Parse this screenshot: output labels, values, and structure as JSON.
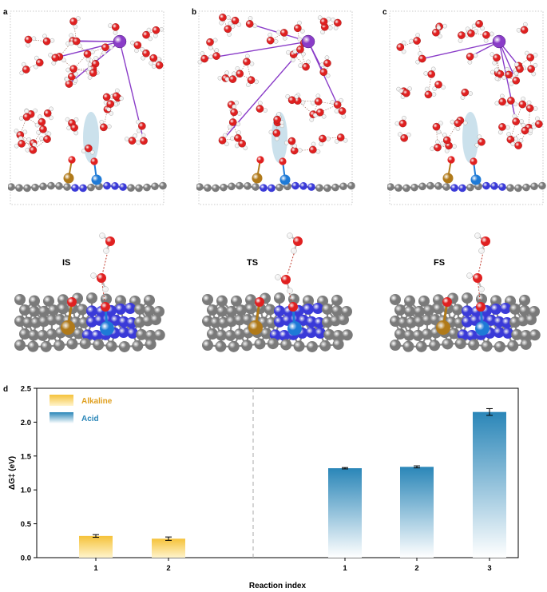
{
  "panels": {
    "a": "a",
    "b": "b",
    "c": "c",
    "d": "d"
  },
  "states": [
    "IS",
    "TS",
    "FS"
  ],
  "colors": {
    "oxygen": "#e02020",
    "hydrogen": "#f2f2f2",
    "carbon": "#7a7a7a",
    "nitrogen": "#3a3ad8",
    "metal_brown": "#b07a1a",
    "metal_blue": "#1e7ad6",
    "cation_purple": "#8a3cc8",
    "highlight": "#a9cde0",
    "alkaline": "#f5c23a",
    "acid": "#2a86b8"
  },
  "chart_data": {
    "type": "bar",
    "ylabel": "ΔG‡ (eV)",
    "xlabel": "Reaction index",
    "ylim": [
      0.0,
      2.5
    ],
    "yticks": [
      "0.0",
      "0.5",
      "1.0",
      "1.5",
      "2.0",
      "2.5"
    ],
    "series": [
      {
        "name": "Alkaline",
        "categories": [
          "1",
          "2"
        ],
        "values": [
          0.32,
          0.28
        ],
        "errors": [
          0.02,
          0.025
        ]
      },
      {
        "name": "Acid",
        "categories": [
          "1",
          "2",
          "3"
        ],
        "values": [
          1.32,
          1.34,
          2.15
        ],
        "errors": [
          0.01,
          0.015,
          0.05
        ]
      }
    ],
    "legend_position": "top-left",
    "divider": "dashed vertical line between Alkaline and Acid groups"
  }
}
